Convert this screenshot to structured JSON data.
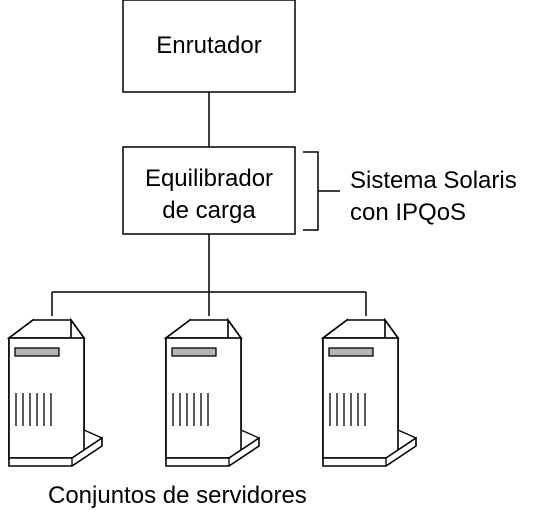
{
  "router": {
    "label": "Enrutador"
  },
  "load_balancer": {
    "label_line1": "Equilibrador",
    "label_line2": "de carga"
  },
  "annotation": {
    "line1": "Sistema Solaris",
    "line2": "con IPQoS"
  },
  "server_farm": {
    "label": "Conjuntos de servidores",
    "server_count": 3
  },
  "icons": {
    "server": "server-tower-icon"
  }
}
